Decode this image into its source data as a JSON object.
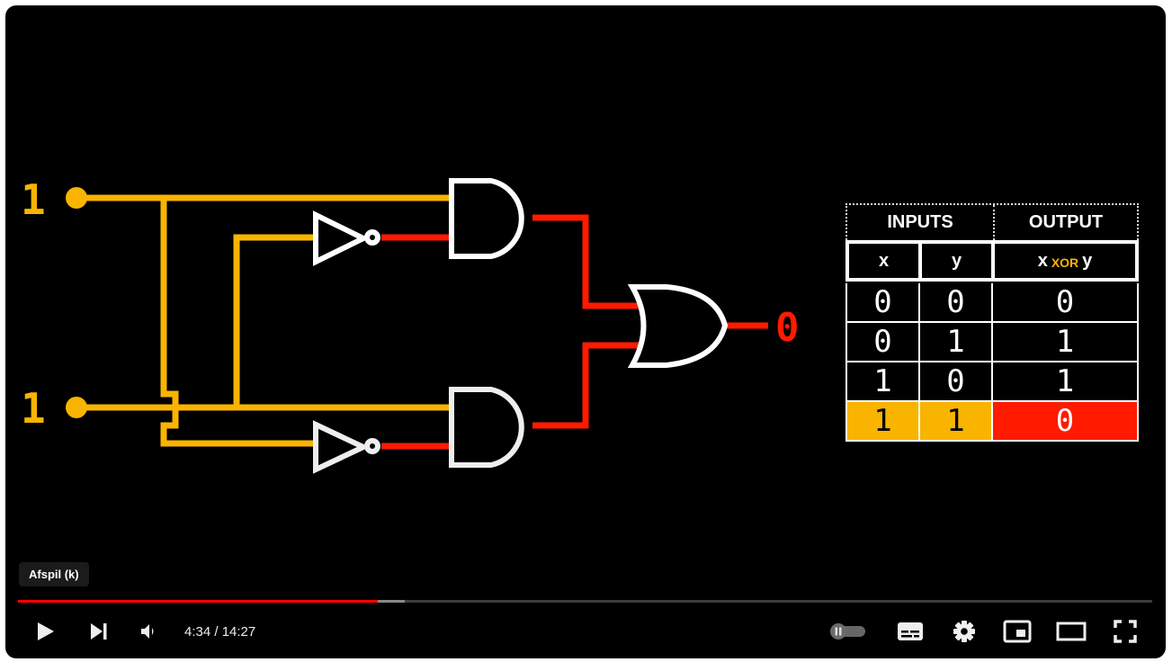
{
  "video": {
    "inputs": [
      {
        "label": "input-x",
        "value": "1"
      },
      {
        "label": "input-y",
        "value": "1"
      }
    ],
    "output_value": "0",
    "colors": {
      "active_wire": "#f9b400",
      "inactive_wire": "#ff1a00",
      "gate": "#ffffff",
      "background": "#000000"
    }
  },
  "truth_table": {
    "header_inputs": "INPUTS",
    "header_output": "OUTPUT",
    "col_x": "x",
    "col_y": "y",
    "col_out_x": "x",
    "col_out_op": "XOR",
    "col_out_y": "y",
    "rows": [
      {
        "x": "0",
        "y": "0",
        "out": "0",
        "highlighted": false
      },
      {
        "x": "0",
        "y": "1",
        "out": "1",
        "highlighted": false
      },
      {
        "x": "1",
        "y": "0",
        "out": "1",
        "highlighted": false
      },
      {
        "x": "1",
        "y": "1",
        "out": "0",
        "highlighted": true
      }
    ]
  },
  "player": {
    "tooltip": "Afspil (k)",
    "current_time": "4:34",
    "duration": "14:27",
    "time_display": "4:34 / 14:27",
    "played_fraction": 0.317,
    "buffered_fraction": 0.341,
    "controls": [
      {
        "name": "play-button",
        "icon": "play-icon"
      },
      {
        "name": "next-button",
        "icon": "skip-next-icon"
      },
      {
        "name": "volume-button",
        "icon": "volume-icon"
      },
      {
        "name": "autoplay-toggle",
        "icon": "autoplay-pause-icon"
      },
      {
        "name": "subtitles-button",
        "icon": "subtitles-icon"
      },
      {
        "name": "settings-button",
        "icon": "gear-icon"
      },
      {
        "name": "miniplayer-button",
        "icon": "miniplayer-icon"
      },
      {
        "name": "theater-button",
        "icon": "theater-icon"
      },
      {
        "name": "fullscreen-button",
        "icon": "fullscreen-icon"
      }
    ],
    "progress_color": "#ff0000"
  }
}
